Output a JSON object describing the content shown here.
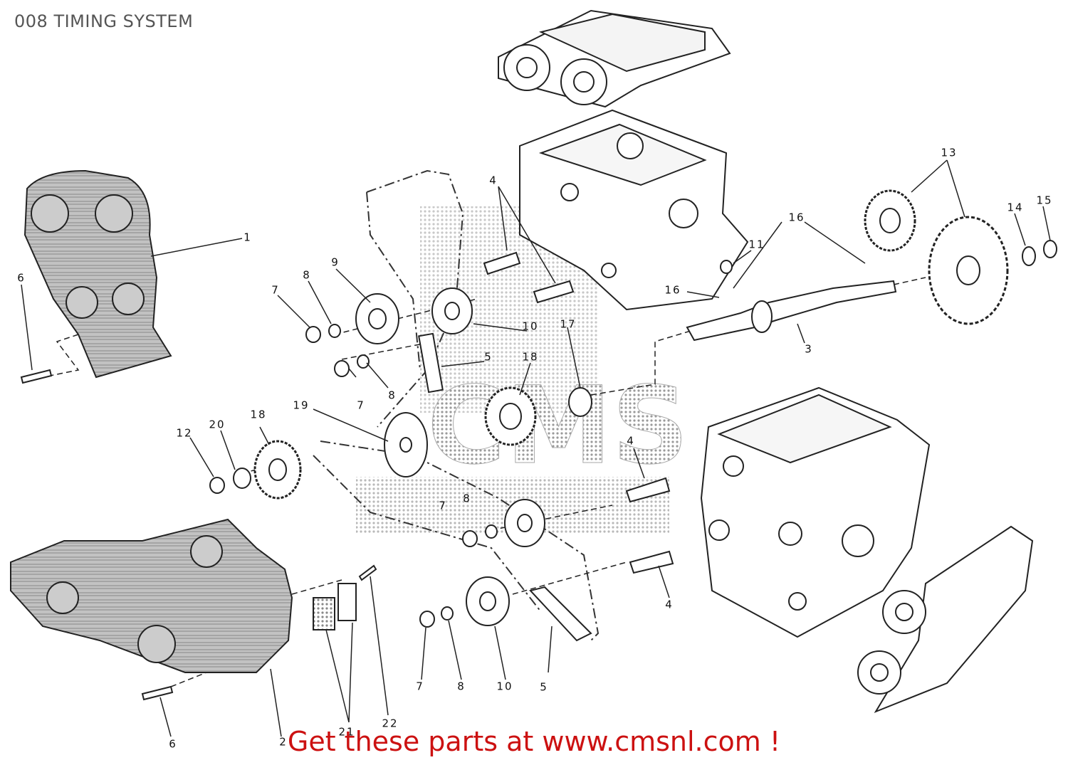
{
  "page": {
    "title": "008 TIMING SYSTEM",
    "promo": "Get these parts at www.cmsnl.com !"
  },
  "colors": {
    "line": "#222222",
    "cover_fill": "#bbbbbb",
    "promo": "#cc1111",
    "watermark": "#999999"
  },
  "watermark": {
    "text": "CMS"
  },
  "callouts": [
    "1",
    "2",
    "3",
    "4",
    "4",
    "4",
    "5",
    "5",
    "6",
    "6",
    "7",
    "7",
    "7",
    "7",
    "8",
    "8",
    "8",
    "8",
    "9",
    "10",
    "10",
    "11",
    "12",
    "13",
    "14",
    "15",
    "16",
    "16",
    "17",
    "18",
    "18",
    "19",
    "20",
    "21",
    "22"
  ]
}
